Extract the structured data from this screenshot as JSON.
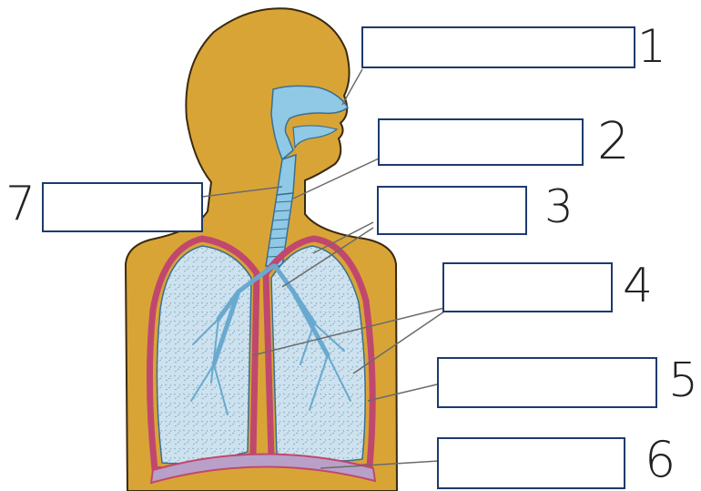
{
  "diagram": {
    "type": "respiratory-system-labeling",
    "labels": [
      {
        "number": "1",
        "value": ""
      },
      {
        "number": "2",
        "value": ""
      },
      {
        "number": "3",
        "value": ""
      },
      {
        "number": "4",
        "value": ""
      },
      {
        "number": "5",
        "value": ""
      },
      {
        "number": "6",
        "value": ""
      },
      {
        "number": "7",
        "value": ""
      }
    ],
    "colors": {
      "skin": "#d9a436",
      "outline": "#3a2a10",
      "airway": "#8fc9e6",
      "lung": "#c9dfec",
      "pleura": "#c0486e",
      "box_border": "#1d3a6e",
      "pointer": "#6b6b6b"
    }
  }
}
